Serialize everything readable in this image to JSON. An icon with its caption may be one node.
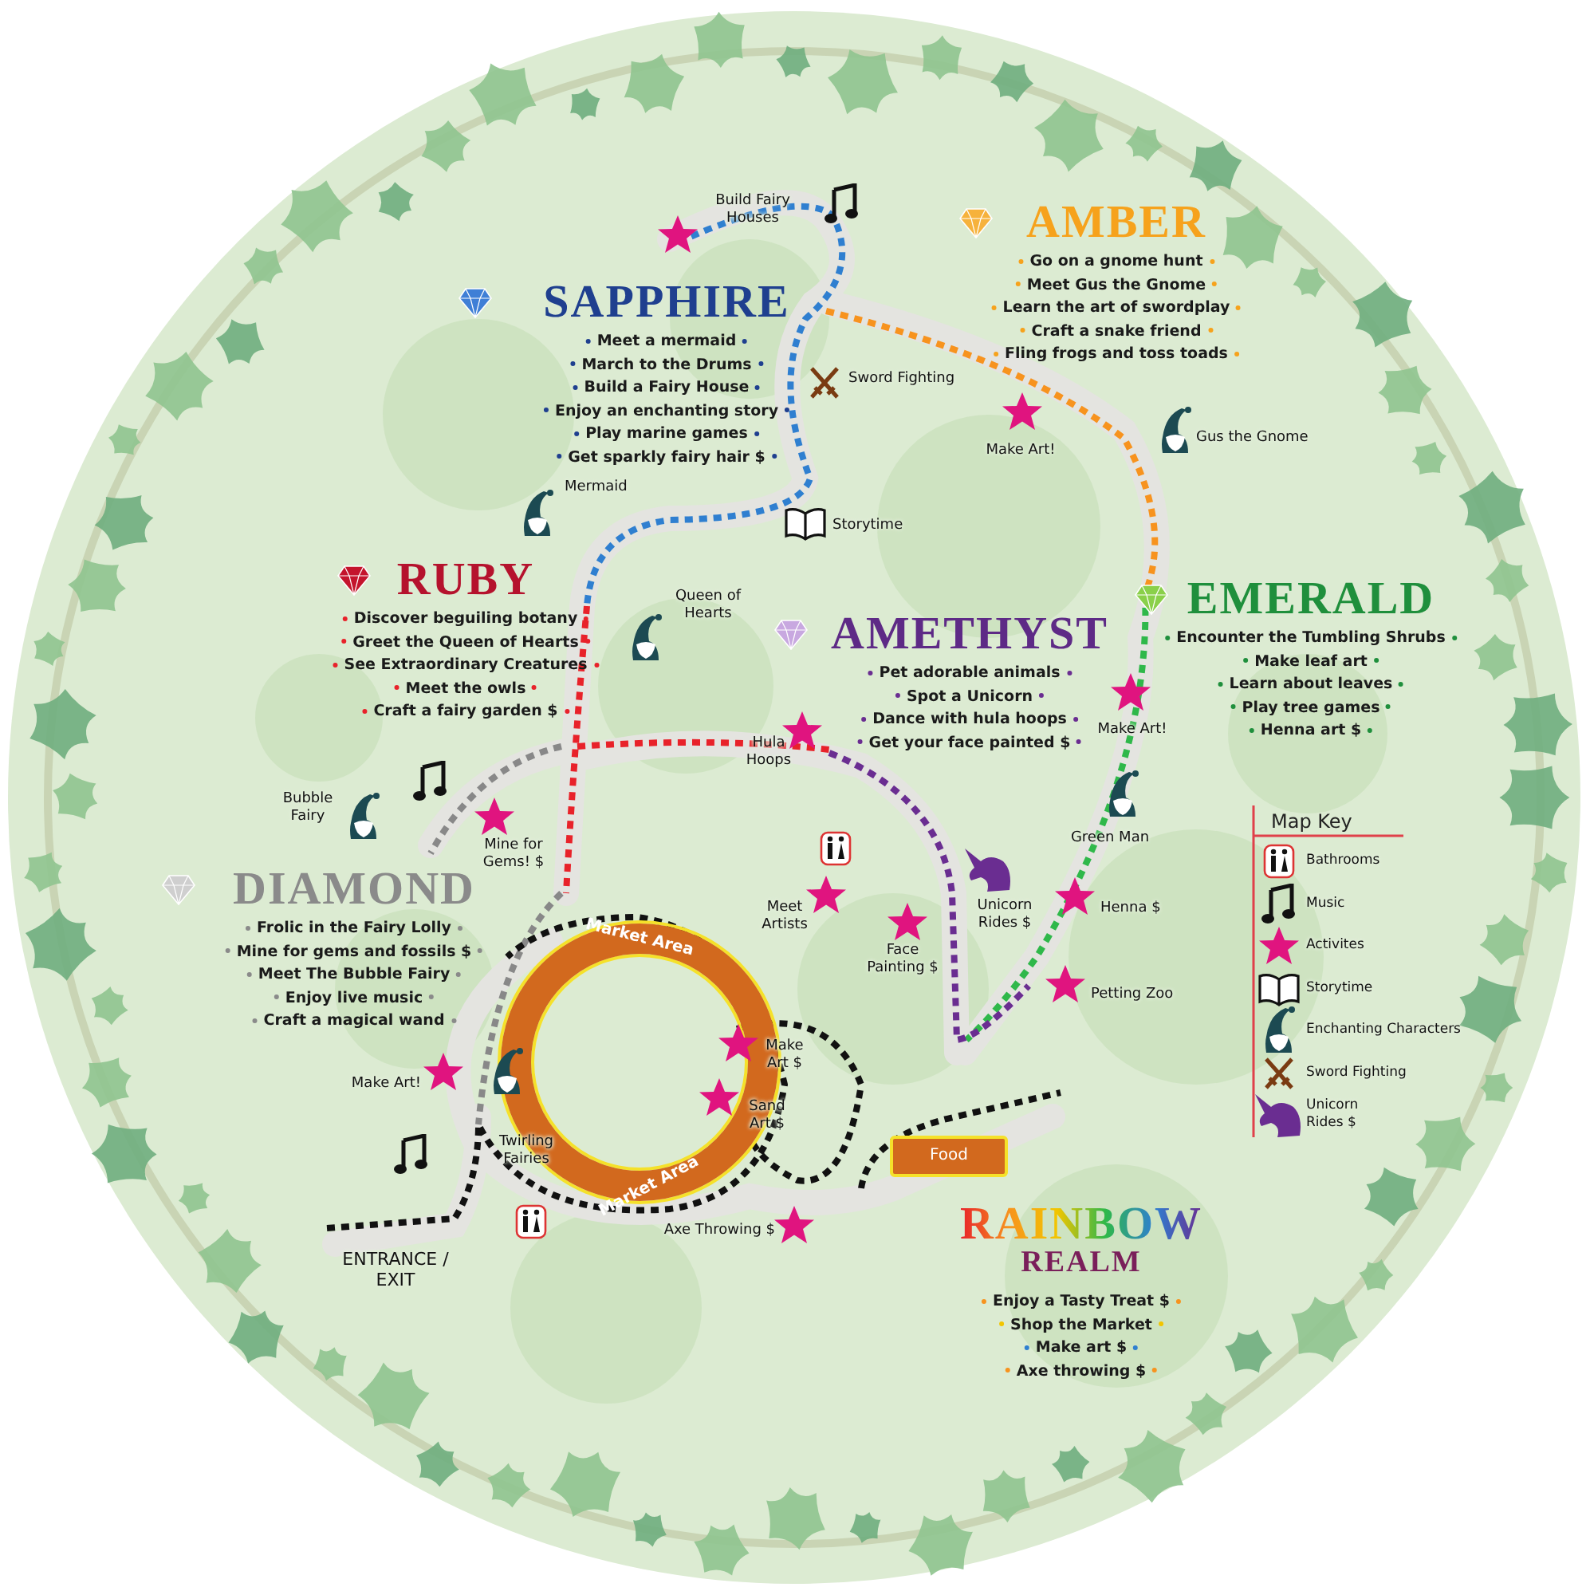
{
  "diagram": {
    "nodes": [
      {
        "text": [
          "Market Area",
          "Market Area"
        ]
      },
      {
        "text": [
          "Food"
        ]
      }
    ],
    "labels": [
      "SAPPHIRE",
      "Meet a mermaid",
      "March to the Drums",
      "Build a Fairy House",
      "Enjoy an enchanting story",
      "Play marine games",
      "Get sparkly fairy hair $",
      "AMBER",
      "Go on a gnome hunt",
      "Meet Gus the Gnome",
      "Learn the art of swordplay",
      "Craft a snake friend",
      "Fling frogs and toss toads",
      "RUBY",
      "Discover beguiling botany",
      "Greet the Queen of Hearts",
      "See Extraordinary Creatures",
      "Meet the owls",
      "Craft a fairy garden $",
      "AMETHYST",
      "Pet adorable animals",
      "Spot a Unicorn",
      "Dance with hula hoops",
      "Get your face painted $",
      "EMERALD",
      "Encounter the Tumbling Shrubs",
      "Make leaf art",
      "Learn about leaves",
      "Play tree games",
      "Henna art $",
      "DIAMOND",
      "Frolic in the Fairy Lolly",
      "Mine for gems and fossils $",
      "Meet The Bubble Fairy",
      "Enjoy live music",
      "Craft a magical wand",
      "RAINBOW",
      "REALM",
      "Enjoy a Tasty Treat $",
      "Shop the Market",
      "Make art $",
      "Axe throwing $",
      "Build Fairy Houses",
      "Sword Fighting",
      "Make Art!",
      "Gus the Gnome",
      "Mermaid",
      "Storytime",
      "Queen of Hearts",
      "Hula Hoops",
      "Make Art!",
      "Bubble Fairy",
      "Mine for Gems! $",
      "Green Man",
      "Meet Artists",
      "Unicorn Rides $",
      "Henna $",
      "Face Painting $",
      "Petting Zoo",
      "Make Art $",
      "Sand Art $",
      "Make Art!",
      "Twirling Fairies",
      "Axe Throwing $",
      "ENTRANCE / EXIT",
      "Map Key"
    ],
    "legend": [
      {
        "text": "Bathrooms"
      },
      {
        "text": "Music"
      },
      {
        "text": "Activites"
      },
      {
        "text": "Storytime"
      },
      {
        "text": "Enchanting Characters"
      },
      {
        "text": "Sword Fighting"
      },
      {
        "text": "Unicorn Rides $"
      }
    ]
  }
}
